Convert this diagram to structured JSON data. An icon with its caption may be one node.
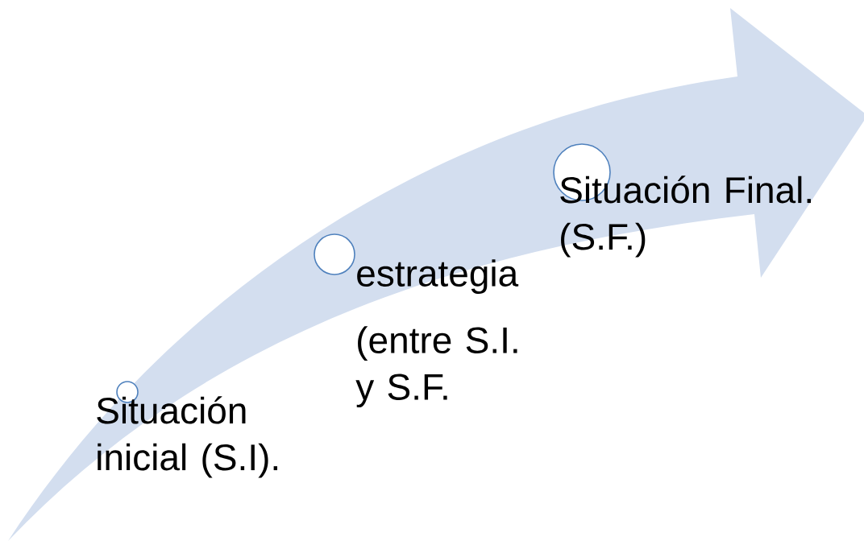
{
  "diagram": {
    "nodes": [
      {
        "text": [],
        "shape": "circle",
        "beside": [
          "Situación inicial (S.I)."
        ]
      },
      {
        "text": [],
        "shape": "circle",
        "beside": [
          "estrategia",
          "(entre S.I. y S.F."
        ]
      },
      {
        "text": [],
        "shape": "circle",
        "beside": [
          "Situación Final. (S.F.)"
        ]
      }
    ]
  }
}
